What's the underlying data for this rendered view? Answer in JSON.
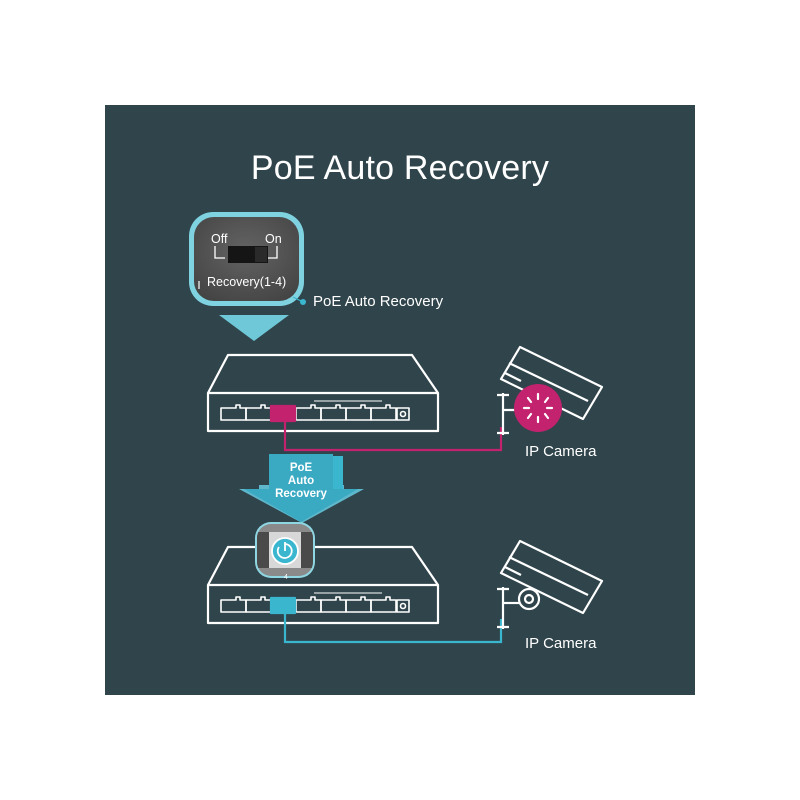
{
  "title": "PoE Auto Recovery",
  "switch_zoom": {
    "off_label": "Off",
    "on_label": "On",
    "recovery_label": "Recovery(1-4)",
    "callout_label": "PoE Auto Recovery"
  },
  "transition_arrow": {
    "line1": "PoE",
    "line2": "Auto",
    "line3": "Recovery"
  },
  "port_number": "4",
  "camera_top_label": "IP Camera",
  "camera_bottom_label": "IP Camera",
  "colors": {
    "background": "#2f444b",
    "accent_cyan": "#3ab6cf",
    "fault_magenta": "#c3226f",
    "line_white": "#ffffff"
  },
  "icons": [
    "power-switch-icon",
    "poe-switch-icon",
    "ip-camera-icon",
    "fault-icon",
    "recovery-icon",
    "down-arrow-icon"
  ]
}
